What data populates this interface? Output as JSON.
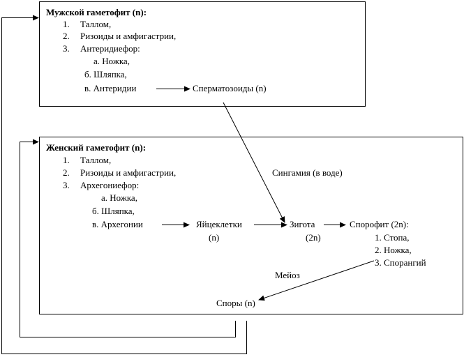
{
  "male_gametophyte": {
    "title": "Мужской гаметофит (n):",
    "item1_num": "1.",
    "item1": "Таллом,",
    "item2_num": "2.",
    "item2": "Ризоиды и амфигастрии,",
    "item3_num": "3.",
    "item3": "Антеридиефор:",
    "sub_a": "а. Ножка,",
    "sub_b": "б. Шляпка,",
    "sub_c": "в. Антеридии",
    "product": "Сперматозоиды (n)"
  },
  "female_gametophyte": {
    "title": "Женский гаметофит (n):",
    "item1_num": "1.",
    "item1": "Таллом,",
    "item2_num": "2.",
    "item2": "Ризоиды и амфигастрии,",
    "item3_num": "3.",
    "item3": "Архегониефор:",
    "sub_a": "а. Ножка,",
    "sub_b": "б. Шляпка,",
    "sub_c": "в. Архегонии",
    "egg": "Яйцеклетки",
    "egg_ploidy": "(n)"
  },
  "syngamy": "Сингамия (в воде)",
  "zygote": "Зигота",
  "zygote_ploidy": "(2n)",
  "sporophyte": {
    "title": "Спорофит (2n):",
    "part1": "1. Стопа,",
    "part2": "2. Ножка,",
    "part3": "3. Спорангий"
  },
  "meiosis": "Мейоз",
  "spores": "Споры (n)",
  "colors": {
    "line": "#000000",
    "background": "#ffffff"
  }
}
